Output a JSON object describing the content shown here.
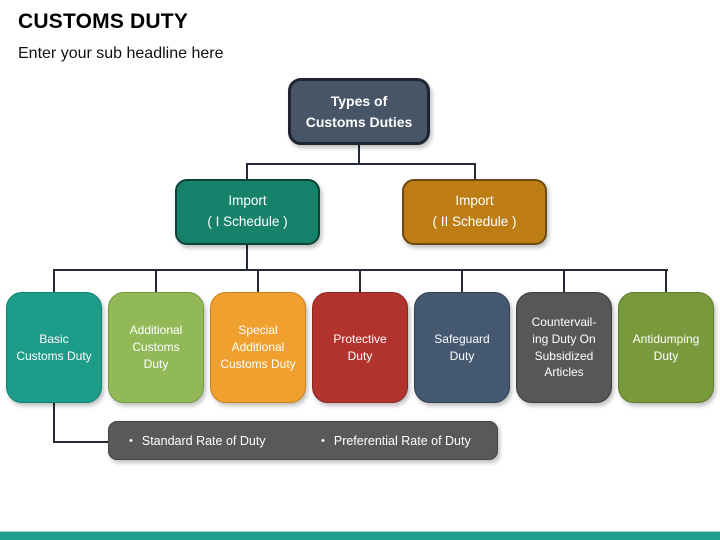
{
  "header": {
    "title": "CUSTOMS DUTY",
    "subtitle": "Enter your sub headline here"
  },
  "tree": {
    "root": {
      "label": "Types of\nCustoms Duties",
      "fill": "#475567",
      "border": "#1E2430"
    },
    "level2": [
      {
        "label": "Import\n( I Schedule )",
        "fill": "#17826C",
        "border": "#0C4237"
      },
      {
        "label": "Import\n( II Schedule )",
        "fill": "#BE7C15",
        "border": "#6E4A0E"
      }
    ],
    "level3": [
      {
        "label": "Basic\nCustoms Duty",
        "fill": "#1E9C8A",
        "border": "#0F8371"
      },
      {
        "label": "Additional\nCustoms\nDuty",
        "fill": "#92B958",
        "border": "#74963F"
      },
      {
        "label": "Special\nAdditional\nCustoms Duty",
        "fill": "#EFA02F",
        "border": "#C9821C"
      },
      {
        "label": "Protective\nDuty",
        "fill": "#B2332E",
        "border": "#8C2420"
      },
      {
        "label": "Safeguard\nDuty",
        "fill": "#44586F",
        "border": "#2E3F52"
      },
      {
        "label": "Countervail-\ning Duty On\nSubsidized\nArticles",
        "fill": "#575757",
        "border": "#3B3B3B"
      },
      {
        "label": "Antidumping\nDuty",
        "fill": "#789A3C",
        "border": "#5C7A2B"
      }
    ],
    "rates": {
      "fill": "#595959",
      "bullet": "•",
      "items": [
        "Standard Rate of Duty",
        "Preferential Rate of Duty"
      ]
    }
  },
  "connector_color": "#242A35",
  "footer": {
    "bar_color": "#1F9E8E"
  }
}
